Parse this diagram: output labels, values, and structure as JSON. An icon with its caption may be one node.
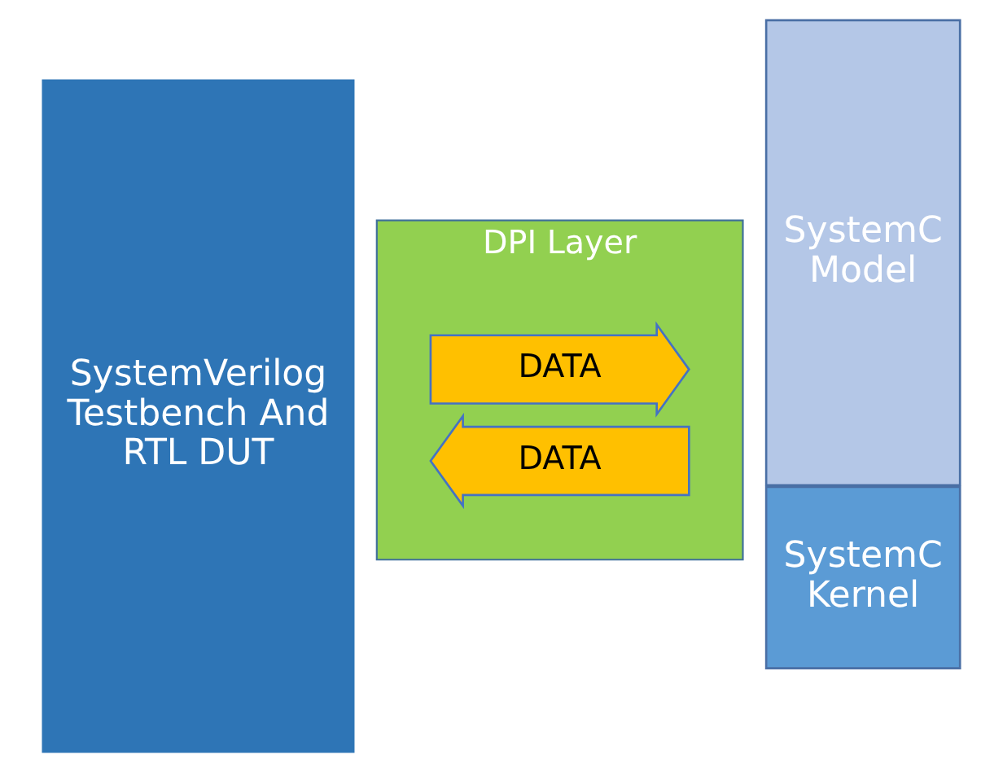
{
  "diagram": {
    "nodes": [
      {
        "text": [
          "SystemVerilog Testbench And RTL DUT"
        ]
      },
      {
        "text": [
          "DPI Layer"
        ]
      },
      {
        "text": [
          "DATA"
        ],
        "in": 1
      },
      {
        "text": [
          "DATA"
        ],
        "in": 1
      },
      {
        "text": [
          "SystemC Model"
        ]
      },
      {
        "text": [
          "SystemC Kernel"
        ]
      }
    ]
  }
}
